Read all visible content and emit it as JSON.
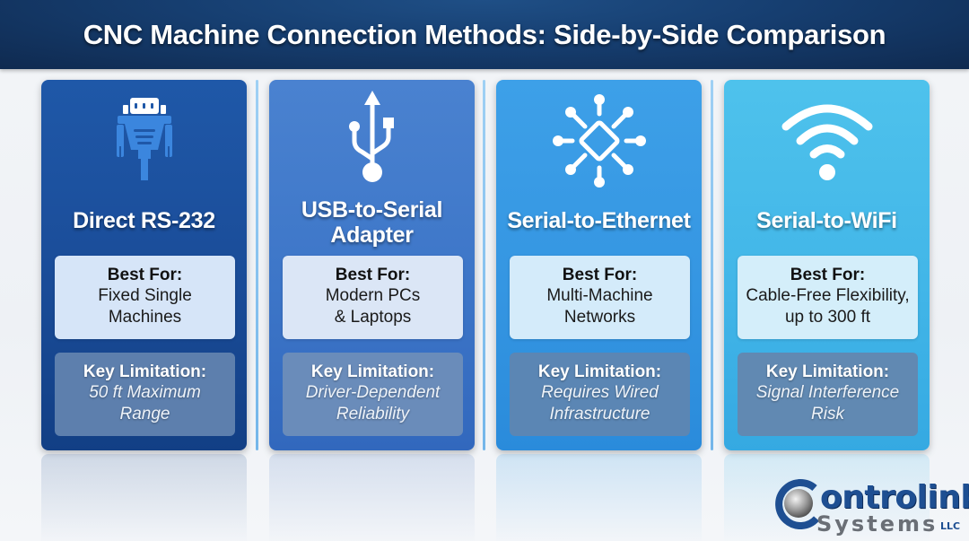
{
  "header": {
    "title": "CNC Machine Connection Methods: Side-by-Side Comparison"
  },
  "cards": [
    {
      "title": "Direct RS-232",
      "icon": "serial-db9-connector-icon",
      "best_for_label": "Best For:",
      "best_for": "Fixed Single\nMachines",
      "limitation_label": "Key Limitation:",
      "limitation": "50 ft Maximum\nRange",
      "color": "#1d4e9c"
    },
    {
      "title": "USB-to-Serial\nAdapter",
      "icon": "usb-icon",
      "best_for_label": "Best For:",
      "best_for": "Modern PCs\n& Laptops",
      "limitation_label": "Key Limitation:",
      "limitation": "Driver-Dependent\nReliability",
      "color": "#3a74c6"
    },
    {
      "title": "Serial-to-Ethernet",
      "icon": "network-hub-icon",
      "best_for_label": "Best For:",
      "best_for": "Multi-Machine\nNetworks",
      "limitation_label": "Key Limitation:",
      "limitation": "Requires Wired\nInfrastructure",
      "color": "#2f93e0"
    },
    {
      "title": "Serial-to-WiFi",
      "icon": "wifi-icon",
      "best_for_label": "Best For:",
      "best_for": "Cable-Free Flexibility,\nup to 300 ft",
      "limitation_label": "Key Limitation:",
      "limitation": "Signal Interference\nRisk",
      "color": "#3db6e8"
    }
  ],
  "logo": {
    "line1": "ontrolink",
    "line2": "Systems",
    "suffix": "LLC"
  }
}
